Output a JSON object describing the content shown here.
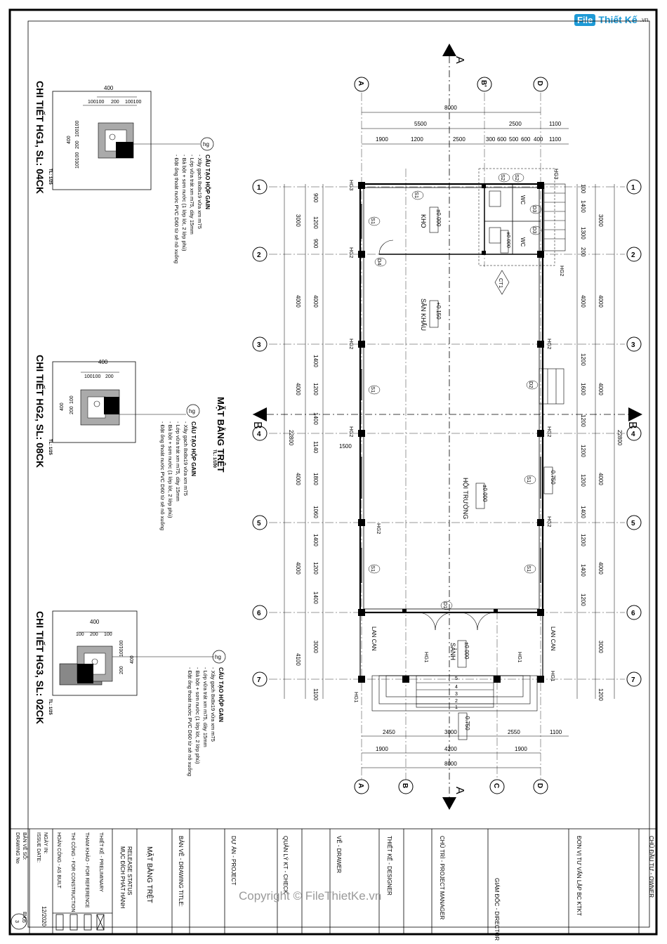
{
  "logo": {
    "mark": "File",
    "name": "Thiết Kế",
    "domain": ".vn"
  },
  "watermark": "Copyright © FileThietKe.vn",
  "main_title": "MẶT BẰNG TRỆT",
  "main_scale": "TL: 1/100",
  "details": [
    {
      "title": "CHI TIẾT HG1, SL: 04CK",
      "scale": "TL: 1/25"
    },
    {
      "title": "CHI TIẾT HG2, SL: 08CK",
      "scale": "TL: 1/25"
    },
    {
      "title": "CHI TIẾT HG3, SL: 02CK",
      "scale": "TL: 1/25"
    }
  ],
  "gain_title": "CẤU TẠO HỘP GAIN",
  "gain_tag": "hg",
  "gain_notes": [
    "- Xây gạch 8x8x19 vữa xm m75",
    "- Lớp vữa trát xm m75, dày 15mm",
    "- Bả bột + sơn nước (1 lớp lót, 2 lớp phủ)",
    "- Đặt ống thoát nước PVC D60 từ sê nô xuống"
  ],
  "detail_dims": {
    "hg1_top": [
      "400",
      "100",
      "100",
      "200",
      "100",
      "100"
    ],
    "hg1_side": [
      "100",
      "100",
      "200",
      "100",
      "100",
      "400"
    ],
    "hg2_top": [
      "400",
      "100",
      "100",
      "200"
    ],
    "hg2_side": [
      "100",
      "200",
      "100",
      "400"
    ],
    "hg3_top": [
      "400",
      "100",
      "200",
      "100"
    ],
    "hg3_side": [
      "100",
      "100",
      "200",
      "400"
    ]
  },
  "section_markers": {
    "a": "A",
    "b": "B"
  },
  "grid_cols": [
    "A",
    "B'",
    "D",
    "B",
    "C"
  ],
  "grid_rows": [
    "1",
    "2",
    "3",
    "4",
    "5",
    "6",
    "7"
  ],
  "rooms": [
    {
      "name": "KHO",
      "level": "±0.000"
    },
    {
      "name": "WC",
      "level": "±0.000"
    },
    {
      "name": "WC",
      "level": ""
    },
    {
      "name": "SÂN KHẤU",
      "level": "+0.150"
    },
    {
      "name": "HỘI TRƯỜNG",
      "level": "±0.000"
    },
    {
      "name": "SẢNH",
      "level": "±0.000"
    },
    {
      "name": "LAN CAN",
      "level": ""
    },
    {
      "name": "LAN CAN",
      "level": ""
    }
  ],
  "levels_ext": [
    "-0.750",
    "-0.750"
  ],
  "tags": {
    "s1": "S1",
    "s2": "S2",
    "d1": "D1",
    "d2": "D2",
    "d3": "D3",
    "d4": "D4",
    "ct1": "CT1",
    "hg1": "HG1",
    "hg2": "HG2",
    "hg3": "HG3"
  },
  "top_dims": {
    "total": "8000",
    "row2": [
      "5500",
      "2500",
      "1100"
    ],
    "row3": [
      "1900",
      "1200",
      "2500",
      "300",
      "600",
      "500",
      "600",
      "400",
      "1100"
    ]
  },
  "bottom_dims": {
    "row1": [
      "2450",
      "3000",
      "2550",
      "1100"
    ],
    "row2": [
      "1900",
      "4200",
      "1900"
    ],
    "total": "8000"
  },
  "left_dims": {
    "total": "22800",
    "bays": [
      "3000",
      "4000",
      "4000",
      "4000",
      "4000",
      "3000",
      "1100"
    ],
    "subs": [
      "900",
      "1200",
      "900",
      "1400",
      "1200",
      "1400",
      "1140",
      "1800",
      "1060",
      "1400",
      "1200",
      "1400"
    ],
    "misc": [
      "1500",
      "4100"
    ]
  },
  "right_dims": {
    "total": "22800",
    "bays": [
      "3000",
      "4000",
      "4000",
      "4000",
      "4000",
      "3000",
      "1200"
    ],
    "subs": [
      "100",
      "1400",
      "1300",
      "200",
      "1200",
      "1600",
      "1200",
      "1200",
      "1200",
      "1400",
      "1200",
      "1400",
      "1200"
    ]
  },
  "stair_nums": [
    "5",
    "4",
    "3",
    "2",
    "1"
  ],
  "title_block": {
    "owner": "CHỦ ĐẦU TƯ - OWNER",
    "consultant": "ĐƠN VỊ TƯ VẤN LẬP BC KTKT",
    "director": "GIÁM ĐỐC - DIRECTOR",
    "pm": "CHỦ TRÌ - PROJECT MANAGER",
    "designer": "THIẾT KẾ - DESIGNER",
    "drawer": "VẼ - DRAWER",
    "qc": "QUẢN LÝ KT - CHECK",
    "project": "DỰ ÁN - PROJECT",
    "drawing_title_label": "BẢN VẼ - DRAWING TITLE:",
    "drawing_title": "MẶT BẰNG TRỆT",
    "purpose1": "MỤC ĐÍCH PHÁT HÀNH",
    "purpose2": "RELEASE STATUS",
    "status": [
      "THIẾT KẾ - PRELIMINARY",
      "THAM KHẢO - FOR REFERENCE",
      "THI CÔNG - FOR CONSTRUCTION",
      "HOÀN CÔNG - AS BUILT"
    ],
    "date_label1": "NGÀY IN:",
    "date_label2": "ISSUE DATE:",
    "date": "12/2020",
    "dwg_label1": "BẢN VẼ SỐ:",
    "dwg_label2": "DRAWING No",
    "dwg_prefix": "BV",
    "dwg_num": "05",
    "dwg_total": "3"
  }
}
